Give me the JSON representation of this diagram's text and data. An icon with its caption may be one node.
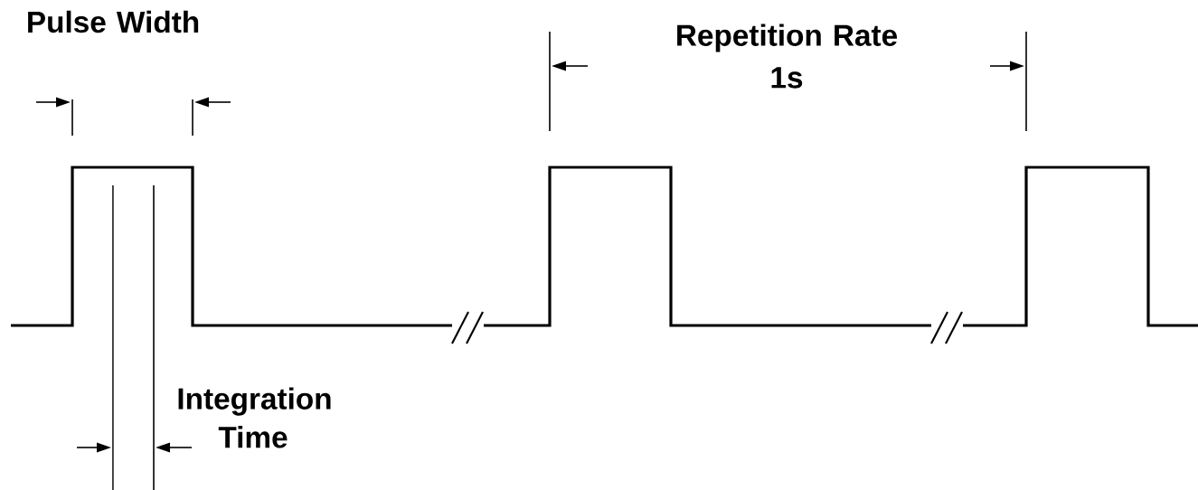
{
  "diagram": {
    "labels": [
      "Pulse Width",
      "Repetition Rate",
      "1s",
      "Integration Time"
    ]
  }
}
